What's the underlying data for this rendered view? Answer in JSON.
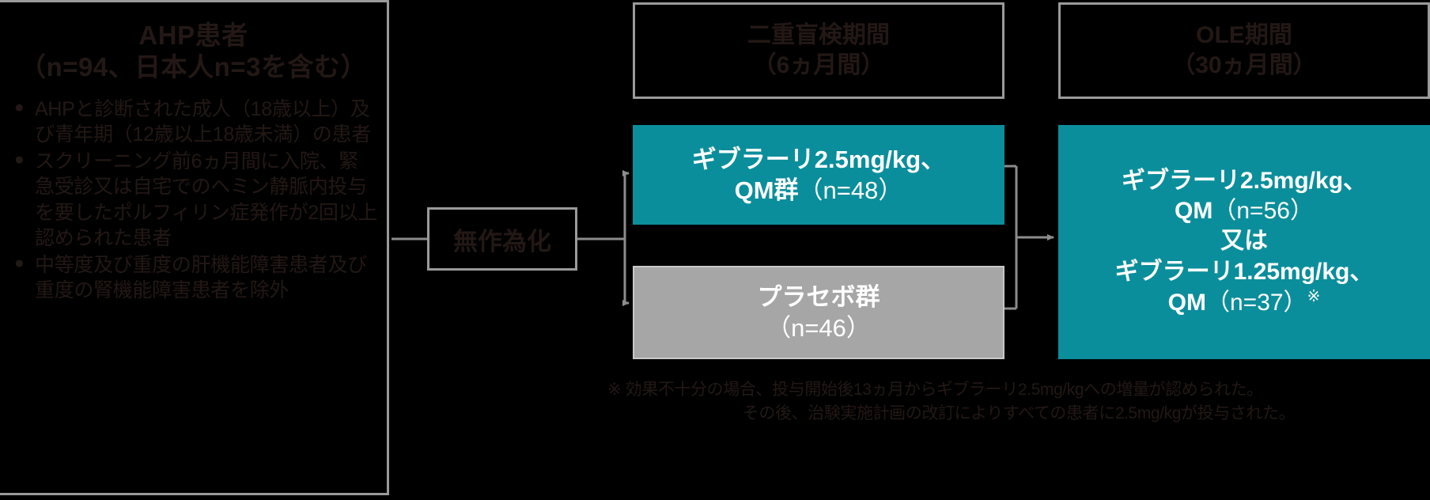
{
  "diagram": {
    "population": {
      "title_line1": "AHP患者",
      "title_line2": "（n=94、日本人n=3を含む）",
      "criteria": [
        "AHPと診断された成人（18歳以上）及び青年期（12歳以上18歳未満）の患者",
        "スクリーニング前6ヵ月間に入院、緊急受診又は自宅でのヘミン静脈内投与を要したポルフィリン症発作が2回以上認められた患者",
        "中等度及び重度の肝機能障害患者及び重度の腎機能障害患者を除外"
      ]
    },
    "headers": {
      "double_blind_line1": "二重盲検期間",
      "double_blind_line2": "（6ヵ月間）",
      "ole_line1": "OLE期間",
      "ole_line2": "（30ヵ月間）"
    },
    "randomization": {
      "label": "無作為化"
    },
    "arms": {
      "active": {
        "line1": "ギブラーリ2.5mg/kg、",
        "line2_bold": "QM群",
        "line2_thin": "（n=48）"
      },
      "placebo": {
        "line1": "プラセボ群",
        "line2": "（n=46）"
      },
      "ole": {
        "line1": "ギブラーリ2.5mg/kg、",
        "line2_bold": "QM",
        "line2_thin": "（n=56）",
        "line3": "又は",
        "line4": "ギブラーリ1.25mg/kg、",
        "line5_bold": "QM",
        "line5_thin": "（n=37）",
        "line5_mark": "※"
      }
    },
    "footnote": {
      "line1": "※ 効果不十分の場合、投与開始後13ヵ月からギブラーリ2.5mg/kgへの増量が認められた。",
      "line2": "その後、治験実施計画の改訂によりすべての患者に2.5mg/kgが投与された。"
    },
    "colors": {
      "accent_teal": "#0b8e9b",
      "placebo_gray": "#a6a6a6",
      "border_gray": "#9a9a9a",
      "text_dark": "#231815",
      "background": "#000000"
    }
  }
}
